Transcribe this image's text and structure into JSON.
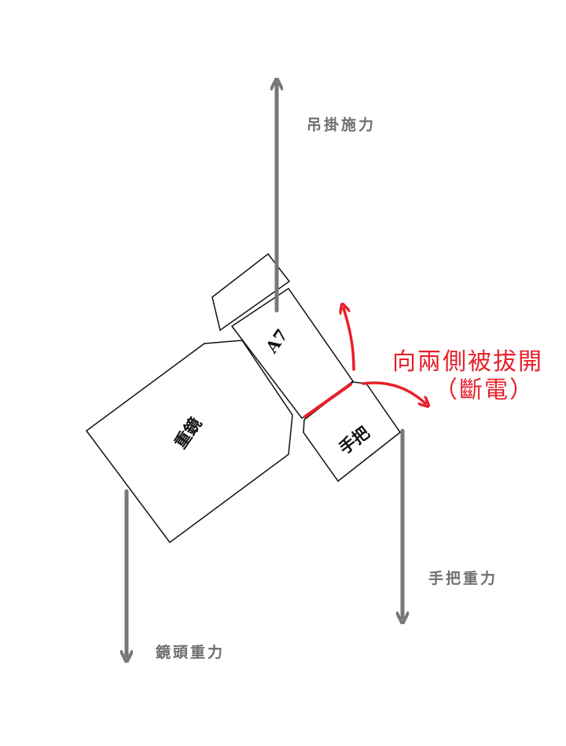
{
  "forces": {
    "hanging": "吊掛施力",
    "handle_gravity": "手把重力",
    "lens_gravity": "鏡頭重力"
  },
  "parts": {
    "camera": "A7",
    "lens": "重鏡",
    "handle": "手把"
  },
  "annotation": {
    "line1": "向兩側被拔開",
    "line2": "（斷電）"
  },
  "colors": {
    "force_arrow": "#777777",
    "outline": "#111111",
    "highlight": "#e8202a"
  }
}
